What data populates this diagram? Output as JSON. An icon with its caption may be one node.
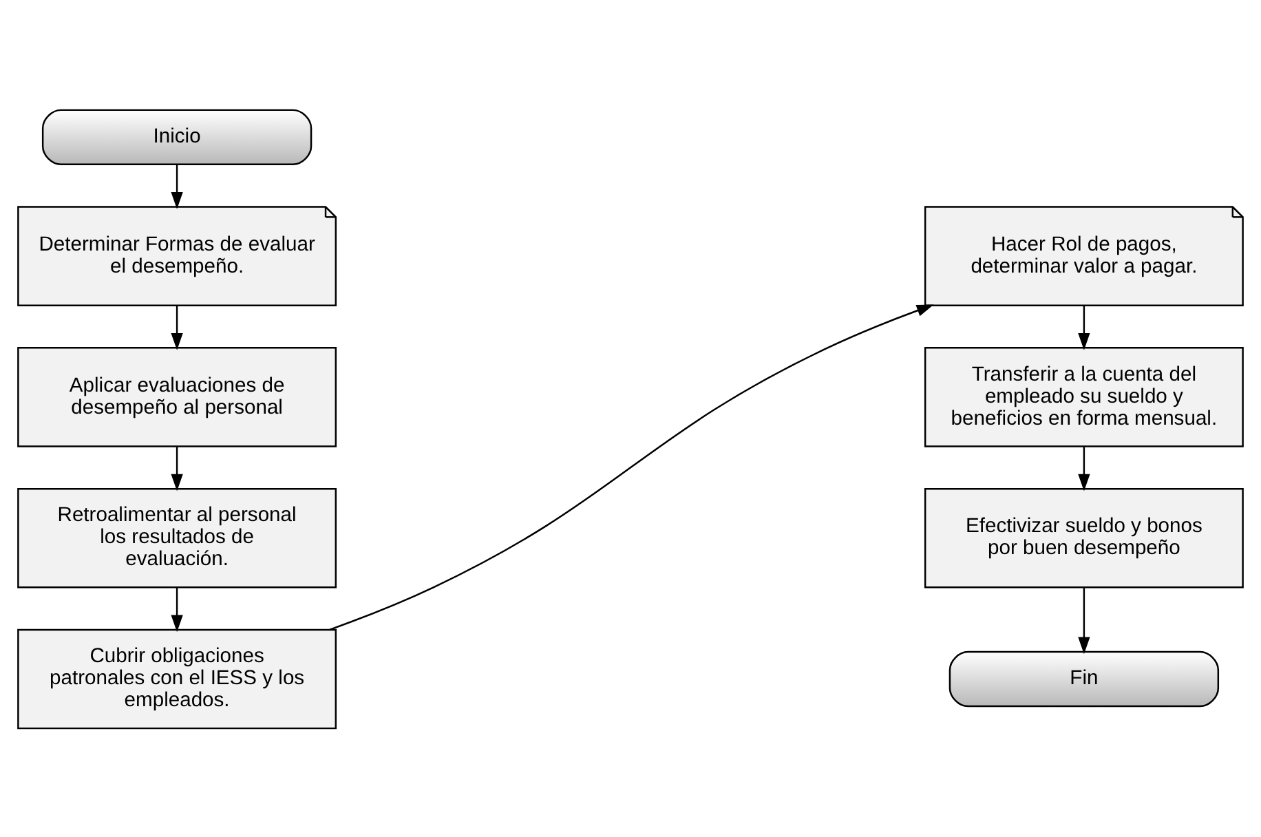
{
  "diagram": {
    "nodes": [
      {
        "text": [
          "Inicio"
        ]
      },
      {
        "text": [
          "Determinar Formas de evaluar el desempeño."
        ]
      },
      {
        "text": [
          "Aplicar evaluaciones de desempeño al personal"
        ]
      },
      {
        "text": [
          "Retroalimentar al personal los resultados de evaluación."
        ]
      },
      {
        "text": [
          "Cubrir obligaciones patronales con el IESS y los empleados."
        ]
      },
      {
        "text": [
          "Hacer Rol de pagos, determinar valor a pagar."
        ]
      },
      {
        "text": [
          "Transferir a la cuenta del empleado su sueldo y beneficios en forma mensual."
        ]
      },
      {
        "text": [
          "Efectivizar sueldo y bonos por buen desempeño"
        ]
      },
      {
        "text": [
          "Fin"
        ]
      }
    ],
    "edges": [
      {
        "from": 0,
        "to": 1,
        "arrow": "to"
      },
      {
        "from": 1,
        "to": 2,
        "arrow": "to"
      },
      {
        "from": 2,
        "to": 3,
        "arrow": "to"
      },
      {
        "from": 3,
        "to": 4,
        "arrow": "to"
      },
      {
        "from": 4,
        "to": 5,
        "arrow": "to"
      },
      {
        "from": 5,
        "to": 6,
        "arrow": "to"
      },
      {
        "from": 6,
        "to": 7,
        "arrow": "to"
      },
      {
        "from": 7,
        "to": 8,
        "arrow": "to"
      }
    ]
  }
}
